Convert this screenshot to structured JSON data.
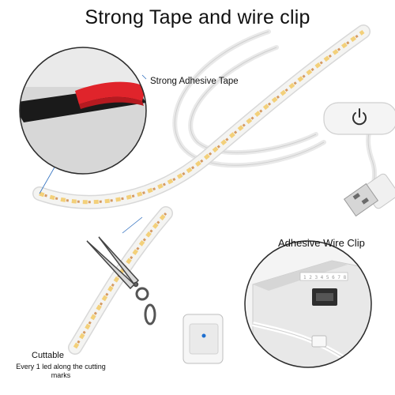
{
  "title": "Strong Tape and wire clip",
  "labels": {
    "tape": "Strong Adhesive Tape",
    "wire_clip": "Adhesive Wire Clip",
    "cuttable": "Cuttable",
    "cuttable_note": "Every  1 led along the cutting marks"
  },
  "switch": {
    "icon": "power-icon"
  },
  "colors": {
    "tape_red": "#e0242b",
    "tape_black": "#1a1a1a",
    "strip_white": "#f4f4f2",
    "led_yellow": "#f3d07a",
    "copper": "#d59a62",
    "cable_white": "#eeeeee",
    "circle_border": "#2b2b2b",
    "clip_dot": "#1e6fd0"
  }
}
